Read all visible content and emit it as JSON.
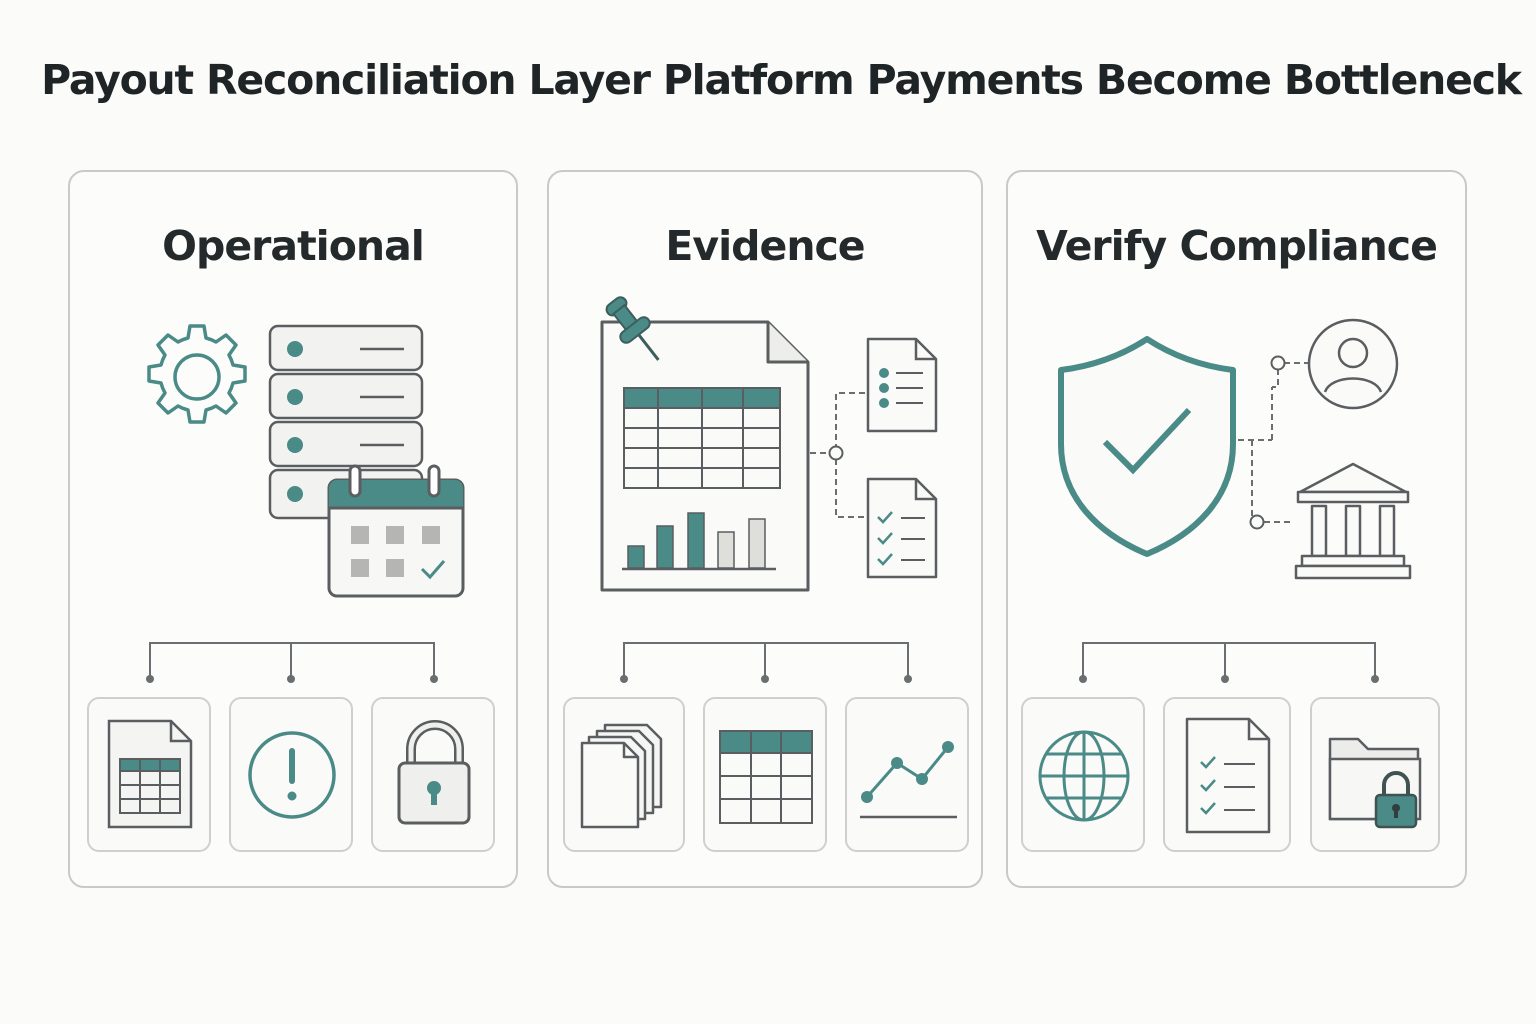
{
  "title": "Payout Reconciliation Layer Platform Payments Become Bottleneck",
  "colors": {
    "accent": "#4a8a87",
    "stroke": "#5a5e60",
    "light_fill": "#f2f2f0",
    "panel_border": "#c9c9c6",
    "background": "#fbfbf9"
  },
  "panels": [
    {
      "title": "Operational",
      "illustration": [
        "gear-icon",
        "server-stack-icon",
        "calendar-icon"
      ],
      "cards": [
        "spreadsheet-document-icon",
        "alert-icon",
        "padlock-icon"
      ]
    },
    {
      "title": "Evidence",
      "illustration": [
        "pushpin-icon",
        "report-document-icon",
        "list-document-icon",
        "checklist-document-icon"
      ],
      "cards": [
        "stacked-documents-icon",
        "table-icon",
        "line-chart-icon"
      ]
    },
    {
      "title": "Verify Compliance",
      "illustration": [
        "shield-check-icon",
        "user-avatar-icon",
        "bank-building-icon"
      ],
      "cards": [
        "globe-icon",
        "checklist-icon",
        "locked-folder-icon"
      ]
    }
  ]
}
